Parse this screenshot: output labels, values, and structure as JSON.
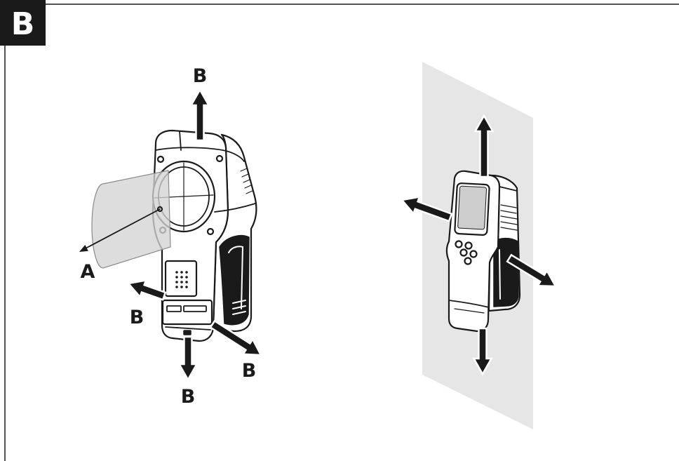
{
  "figure": {
    "label": "B"
  },
  "front_view": {
    "callouts": {
      "sensor_direction": "A",
      "move_up": "B",
      "move_left": "B",
      "move_down": "B",
      "move_right": "B"
    }
  },
  "colors": {
    "ink": "#1a1a1a",
    "paper": "#ffffff",
    "wall": "#e6e6e6",
    "cone": "#d4d4d4",
    "screen": "#cdcdcd"
  }
}
